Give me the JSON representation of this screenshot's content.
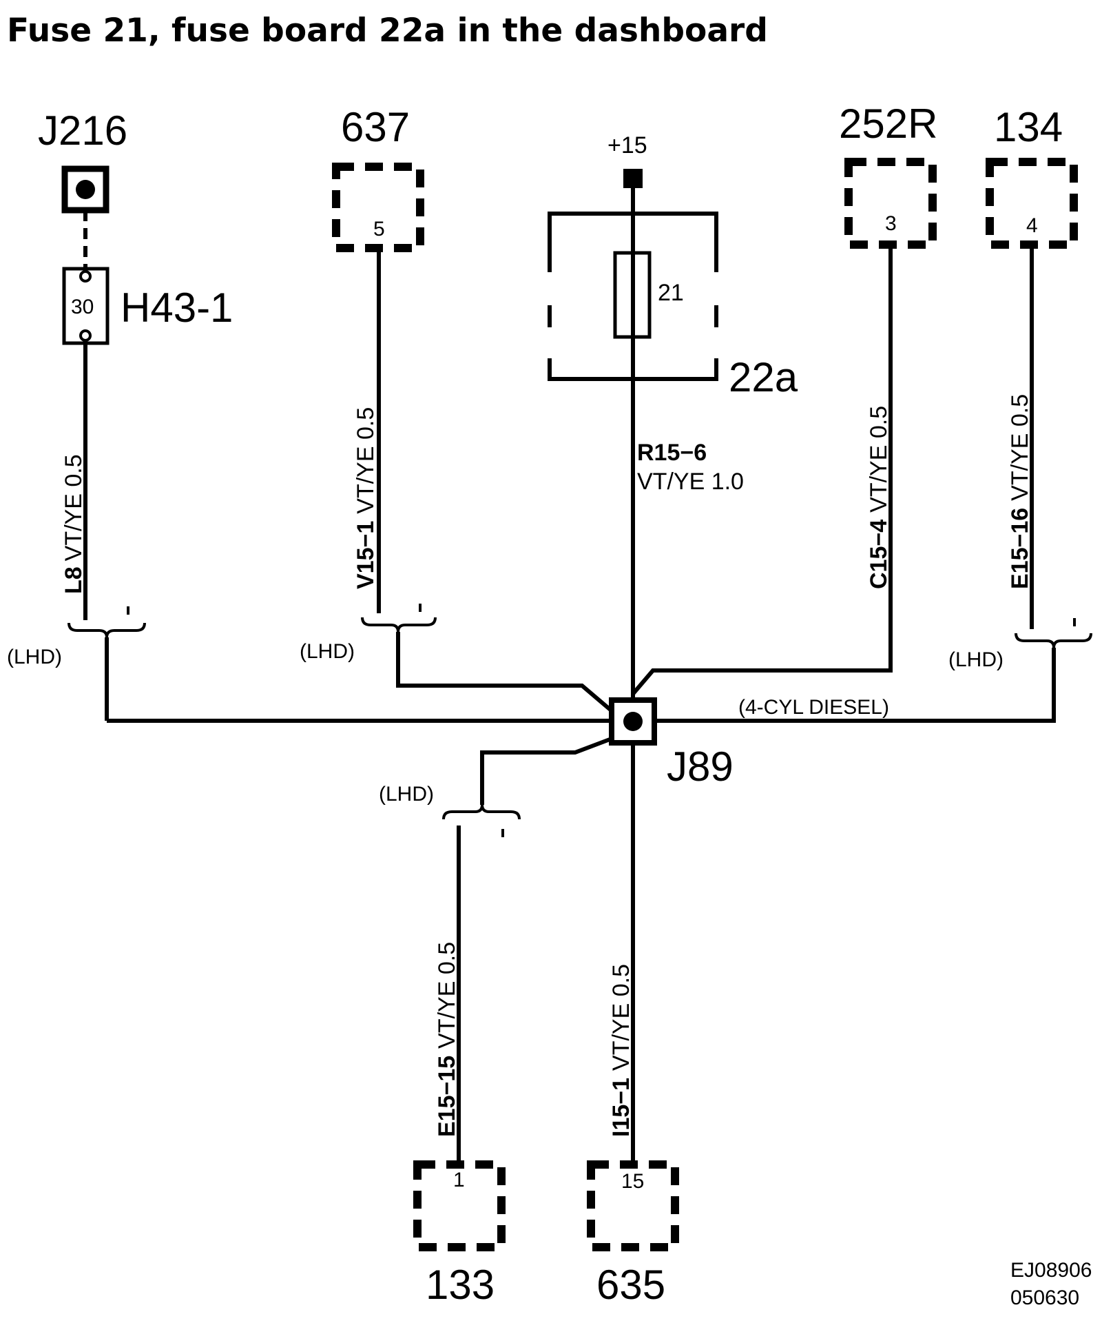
{
  "title": "Fuse 21, fuse board 22a in the dashboard",
  "components": {
    "j216": "J216",
    "h43": "H43-1",
    "h43_pin": "30",
    "c637": "637",
    "c637_pin": "5",
    "supply": "+15",
    "fuse_number": "21",
    "fuse_board": "22a",
    "c252r": "252R",
    "c252r_pin": "3",
    "c134": "134",
    "c134_pin": "4",
    "j89": "J89",
    "c133": "133",
    "c133_pin": "1",
    "c635": "635",
    "c635_pin": "15"
  },
  "wires": {
    "l8": {
      "id": "L8",
      "spec": "VT/YE  0.5"
    },
    "v15_1": {
      "id": "V15−1",
      "spec": "VT/YE  0.5"
    },
    "r15_6": {
      "id": "R15−6",
      "spec": "VT/YE   1.0"
    },
    "c15_4": {
      "id": "C15−4",
      "spec": "VT/YE  0.5"
    },
    "e15_16": {
      "id": "E15−16",
      "spec": "VT/YE  0.5"
    },
    "e15_15": {
      "id": "E15−15",
      "spec": "VT/YE  0.5"
    },
    "i15_1": {
      "id": "I15−1",
      "spec": "VT/YE  0.5"
    }
  },
  "options": {
    "lhd": "(LHD)",
    "diesel": "(4-CYL DIESEL)"
  },
  "footer": {
    "code": "EJ08906",
    "date": "050630"
  }
}
